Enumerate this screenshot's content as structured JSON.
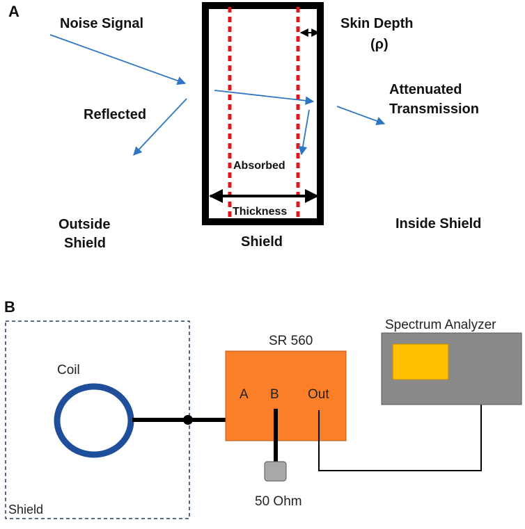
{
  "panel_a": {
    "label": "A",
    "noise_signal": "Noise Signal",
    "reflected": "Reflected",
    "skin_depth_line1": "Skin Depth",
    "skin_depth_line2": "(ρ)",
    "attenuated_line1": "Attenuated",
    "attenuated_line2": "Transmission",
    "absorbed": "Absorbed",
    "thickness": "Thickness",
    "outside_line1": "Outside",
    "outside_line2": "Shield",
    "shield": "Shield",
    "inside_shield": "Inside Shield"
  },
  "panel_b": {
    "label": "B",
    "coil": "Coil",
    "shield": "Shield",
    "sr560": "SR 560",
    "port_a": "A",
    "port_b": "B",
    "port_out": "Out",
    "load": "50 Ohm",
    "spectrum_analyzer": "Spectrum Analyzer"
  },
  "colors": {
    "arrow_blue": "#2e75c4",
    "dashed_red": "#e0161b",
    "coil_blue": "#1f4e9a",
    "sr560_orange": "#fa7f28",
    "analyzer_gray": "#8a8a8a",
    "analyzer_screen": "#fdbf00",
    "shield_dash_navy": "#1f3864"
  }
}
